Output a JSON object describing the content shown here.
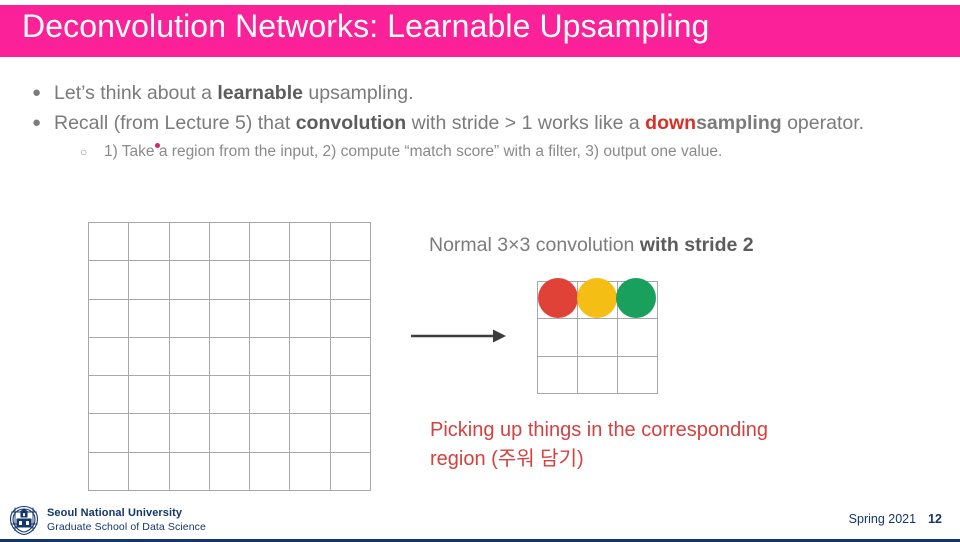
{
  "slide": {
    "title": "Deconvolution Networks: Learnable Upsampling",
    "title_band_color": "#fa2199",
    "background": "#ffffff"
  },
  "bullets": [
    {
      "marker": "●",
      "level": 1,
      "parts": [
        {
          "text": "Let’s think about a ",
          "style": "normal"
        },
        {
          "text": "learnable",
          "style": "bold"
        },
        {
          "text": " upsampling.",
          "style": "normal"
        }
      ]
    },
    {
      "marker": "●",
      "level": 1,
      "parts": [
        {
          "text": "Recall (from Lecture 5) that ",
          "style": "normal"
        },
        {
          "text": "convolution",
          "style": "bold"
        },
        {
          "text": " with stride > 1 works like a ",
          "style": "normal"
        },
        {
          "text": "down",
          "style": "red-bold"
        },
        {
          "text": "sampling",
          "style": "bold"
        },
        {
          "text": " operator.",
          "style": "normal"
        }
      ]
    }
  ],
  "sub_bullet": {
    "marker": "○",
    "text": "1) Take a region from the input, 2) compute “match score” with a filter, 3) output one value."
  },
  "diagram": {
    "input_grid": {
      "label": "input-grid",
      "rows": 7,
      "cols": 7,
      "line_color": "#a8a8a8"
    },
    "arrow": {
      "label": "transform-arrow",
      "color": "#3c3c3c"
    },
    "caption": {
      "prefix": "Normal 3×3 convolution ",
      "emphasis": "with stride 2"
    },
    "output_grid": {
      "label": "output-grid",
      "rows": 3,
      "cols": 3,
      "line_color": "#a8a8a8",
      "dots": [
        {
          "name": "red-dot",
          "color": "#e04238"
        },
        {
          "name": "yellow-dot",
          "color": "#f5be14"
        },
        {
          "name": "green-dot",
          "color": "#18a05c"
        }
      ]
    }
  },
  "note": {
    "line1": "Picking up things in the corresponding",
    "line2": "region (주워 담기)",
    "color": "#d4413f"
  },
  "footer": {
    "university": "Seoul National University",
    "school": "Graduate School of Data Science",
    "term": "Spring 2021",
    "page_number": "12",
    "accent_color": "#13366b"
  }
}
